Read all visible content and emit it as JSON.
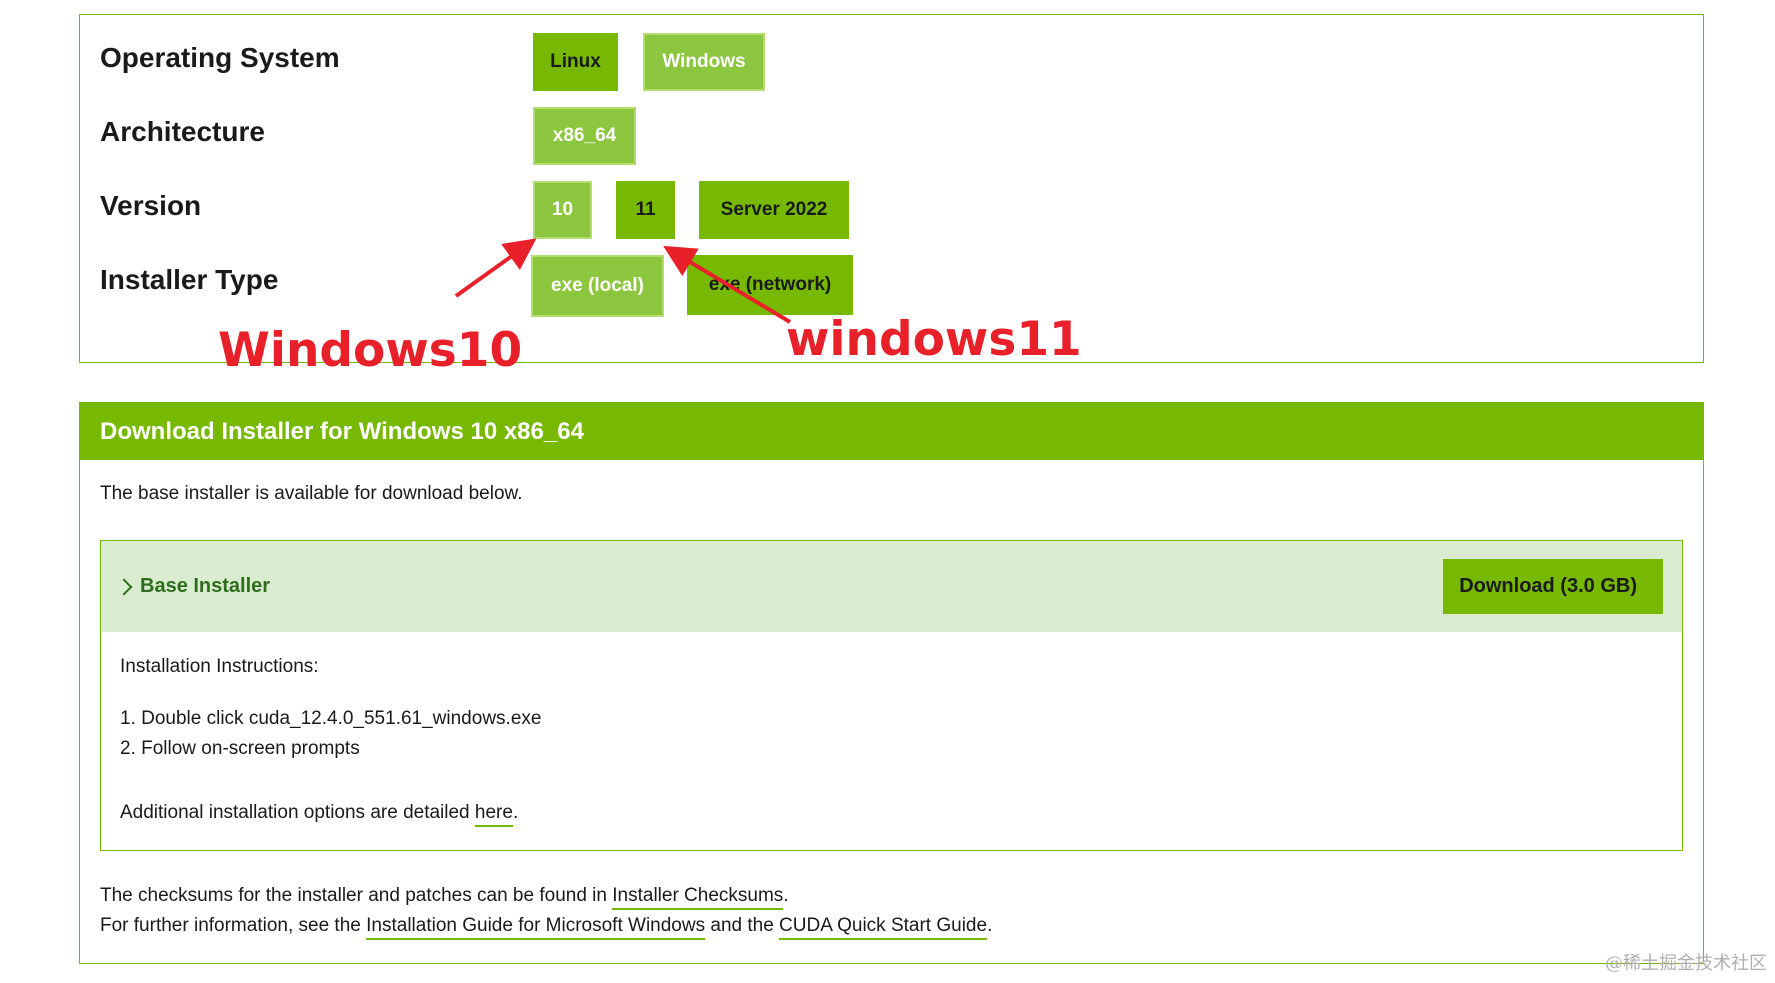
{
  "selector": {
    "os_label": "Operating System",
    "os_options": [
      "Linux",
      "Windows"
    ],
    "arch_label": "Architecture",
    "arch_options": [
      "x86_64"
    ],
    "version_label": "Version",
    "version_options": [
      "10",
      "11",
      "Server 2022"
    ],
    "installer_label": "Installer Type",
    "installer_options": [
      "exe (local)",
      "exe (network)"
    ]
  },
  "annotations": {
    "win10": "Windows10",
    "win11": "windows11"
  },
  "download": {
    "header": "Download Installer for Windows 10 x86_64",
    "intro": "The base installer is available for download below.",
    "base_installer": {
      "title": "Base Installer",
      "download_button": "Download (3.0 GB)",
      "instructions_heading": "Installation Instructions:",
      "steps": [
        "1. Double click cuda_12.4.0_551.61_windows.exe",
        "2. Follow on-screen prompts"
      ],
      "additional_prefix": "Additional installation options are detailed ",
      "additional_link": "here",
      "additional_suffix": "."
    },
    "checksums_prefix": "The checksums for the installer and patches can be found in ",
    "checksums_link": "Installer Checksums",
    "checksums_suffix": ".",
    "info_prefix": "For further information, see the ",
    "info_link1": "Installation Guide for Microsoft Windows",
    "info_middle": " and the ",
    "info_link2": "CUDA Quick Start Guide",
    "info_suffix": "."
  },
  "watermark": "@稀土掘金技术社区",
  "colors": {
    "accent": "#76b900",
    "unselected": "#8cc63f",
    "annotation": "#e8202a",
    "installer_head_bg": "#daecd0"
  }
}
